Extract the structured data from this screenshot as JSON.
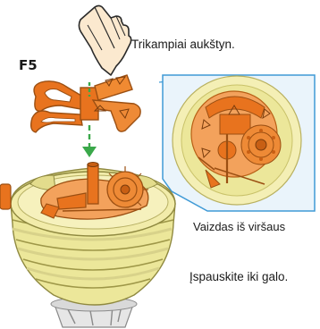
{
  "step": {
    "label": "F5"
  },
  "notes": {
    "triangles_up": "Trikampiai aukštyn.",
    "view_from_top": "Vaizdas iš viršaus",
    "press_fully": "Įspauskite iki galo."
  },
  "icons": {
    "hand": "pointing-hand-icon",
    "arrow": "dashed-down-arrow-icon"
  },
  "colors": {
    "part_orange": "#e8731e",
    "part_orange_light": "#f3a25c",
    "body_yellow": "#ece79a",
    "body_yellow_dark": "#c9c26a",
    "arrow_green": "#3aa84a",
    "callout_border": "#3f9ad6",
    "callout_bg": "#eaf4fb",
    "base_gray": "#d9d9d9"
  }
}
